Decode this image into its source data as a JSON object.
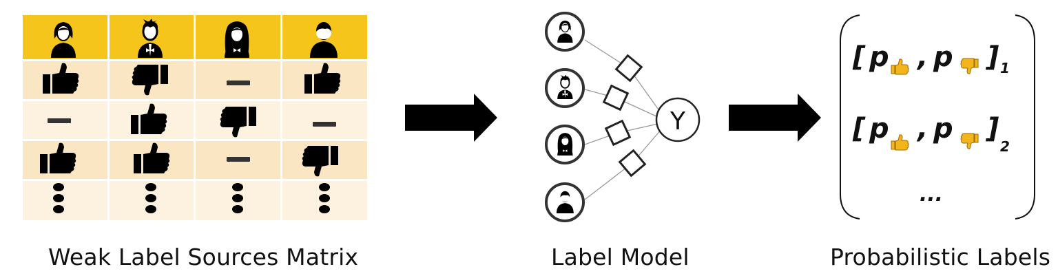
{
  "captions": {
    "matrix": "Weak Label Sources Matrix",
    "model": "Label Model",
    "probabilistic": "Probabilistic Labels"
  },
  "matrix": {
    "header_color": "#f5c51c",
    "row_colors": [
      "#fbe6c3",
      "#fdf2e0"
    ],
    "sources": [
      "woman-short-hair-icon",
      "man-bowtie-icon",
      "woman-long-hair-icon",
      "man-short-hair-icon"
    ],
    "rows": [
      [
        "thumbs-up",
        "thumbs-down",
        "abstain",
        "thumbs-up"
      ],
      [
        "abstain",
        "thumbs-up",
        "thumbs-down",
        "abstain"
      ],
      [
        "thumbs-up",
        "thumbs-up",
        "abstain",
        "thumbs-down"
      ],
      [
        "more",
        "more",
        "more",
        "more"
      ]
    ]
  },
  "label_model": {
    "output_node": "Y"
  },
  "probabilistic_labels": {
    "entries": [
      {
        "open": "[",
        "p": "p",
        "comma": ",",
        "close": "]",
        "index": "1"
      },
      {
        "open": "[",
        "p": "p",
        "comma": ",",
        "close": "]",
        "index": "2"
      }
    ],
    "ellipsis": "...",
    "emoji_color": "#f2b51b"
  }
}
